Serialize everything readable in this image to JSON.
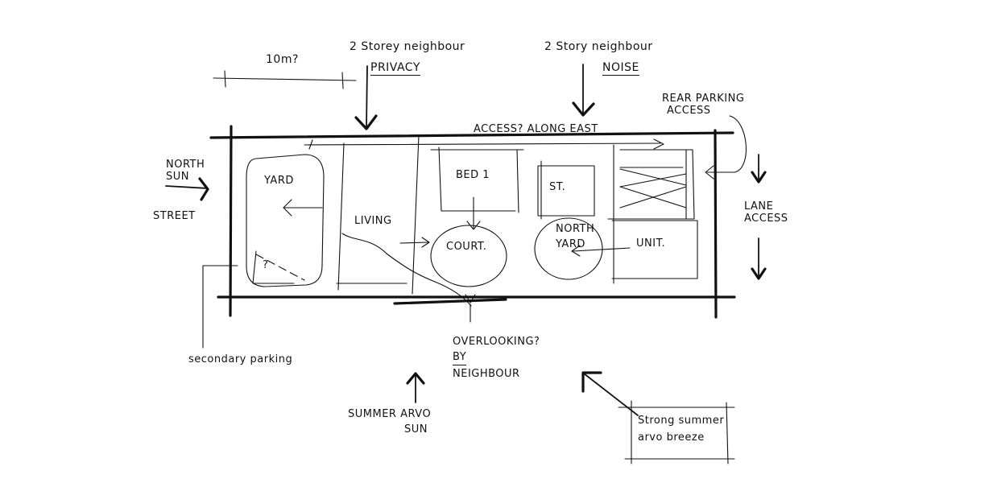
{
  "labels": {
    "dimension": "10m?",
    "neighbour_left_line1": "2 Storey neighbour",
    "neighbour_left_line2": "PRIVACY",
    "neighbour_right_line1": "2 Story neighbour",
    "neighbour_right_line2": "NOISE",
    "rear_parking_line1": "REAR PARKING",
    "rear_parking_line2": "ACCESS",
    "access_along_east": "ACCESS? ALONG EAST",
    "north_sun_line1": "NORTH",
    "north_sun_line2": "SUN",
    "street": "STREET",
    "yard": "YARD",
    "living": "LIVING",
    "bed": "BED 1",
    "study": "ST.",
    "court": "COURT.",
    "north_yard_line1": "NORTH",
    "north_yard_line2": "YARD",
    "unit": "UNIT.",
    "question_mark": "?",
    "lane_access_line1": "LANE",
    "lane_access_line2": "ACCESS",
    "secondary_parking": "secondary parking",
    "overlooking_line1": "OVERLOOKING?",
    "overlooking_line2": "BY",
    "overlooking_line3": "NEIGHBOUR",
    "summer_sun_line1": "SUMMER ARVO",
    "summer_sun_line2": "SUN",
    "breeze_line1": "Strong summer",
    "breeze_line2": "arvo breeze"
  }
}
